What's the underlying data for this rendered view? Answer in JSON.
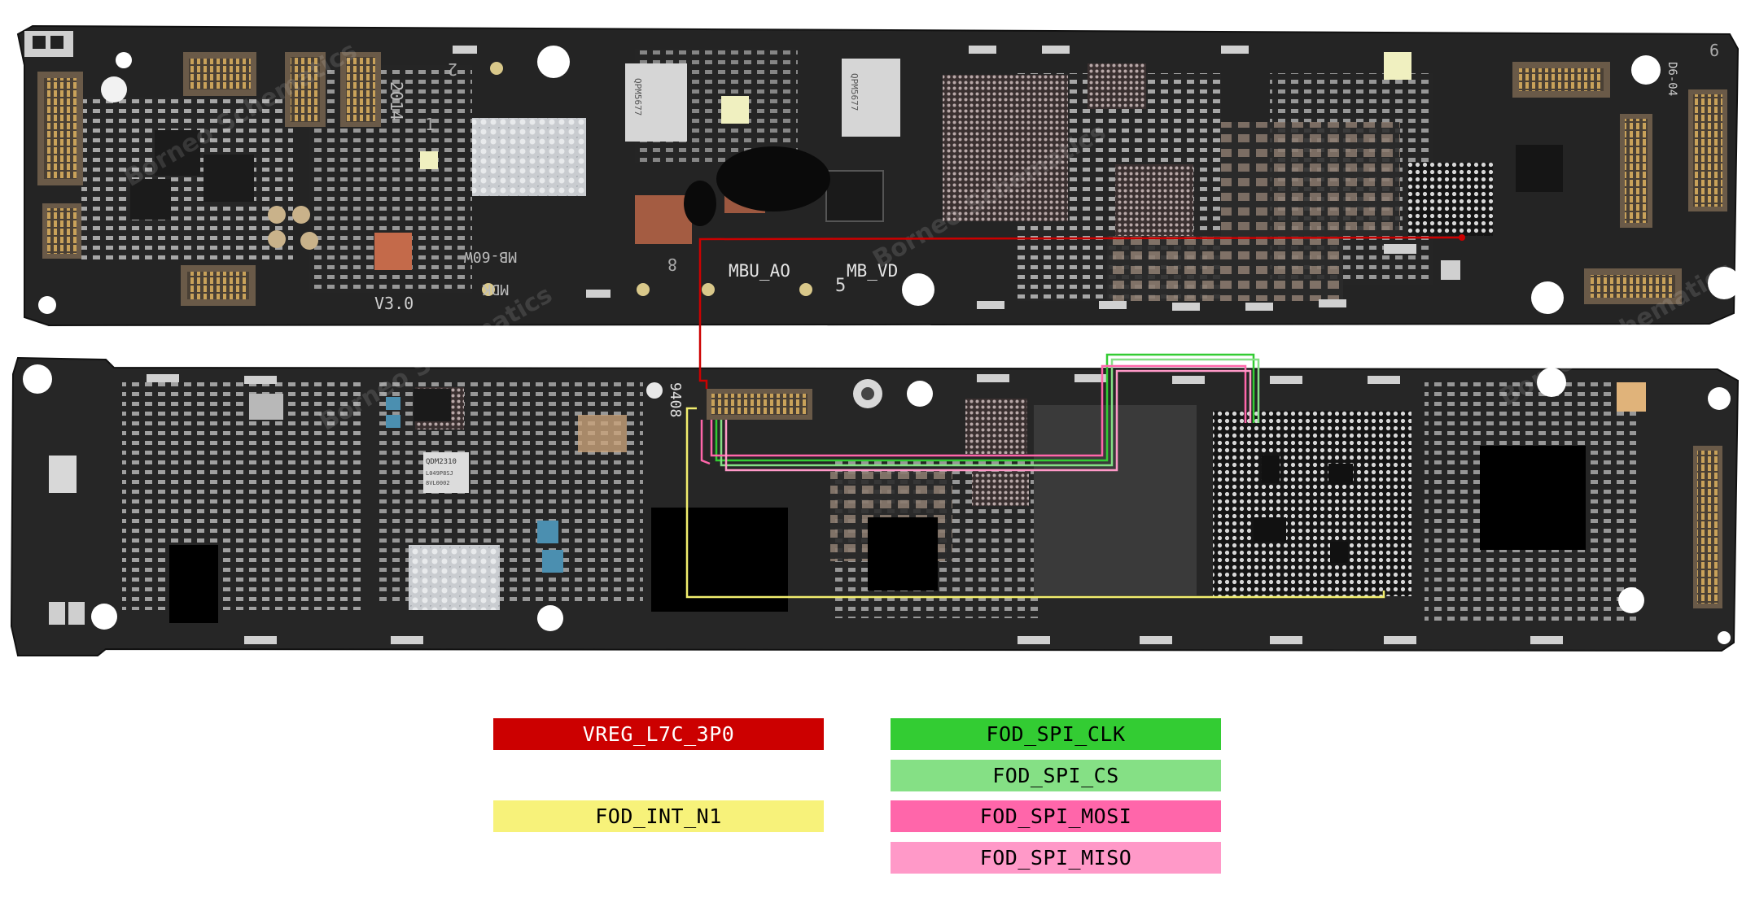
{
  "top_board": {
    "labels": {
      "year": "2014",
      "version": "V3.0",
      "mbu_ao": "MBU_AO",
      "mb_vd": "MB_VD",
      "mb_60w": "MB-60W",
      "mdk": "MDK",
      "digit_5": "5",
      "digit_2": "2",
      "digit_1": "1",
      "digit_8": "8",
      "digit_9": "9",
      "code_d6": "D6-04",
      "chip1_text": "QPM5677",
      "chip2_text": "QPM5677"
    }
  },
  "bottom_board": {
    "labels": {
      "connector_ref": "9408",
      "qdm_chip": "QDM2310",
      "qdm_line2": "L049P8SJ",
      "qdm_line3": "8VL0002"
    }
  },
  "watermark": "Borneo Schematics",
  "legend": [
    {
      "label": "VREG_L7C_3P0",
      "color": "#cc0000",
      "text_color": "#ffffff"
    },
    {
      "label": "FOD_INT_N1",
      "color": "#f7f27a",
      "text_color": "#000000"
    },
    {
      "label": "FOD_SPI_CLK",
      "color": "#33cc33",
      "text_color": "#000000"
    },
    {
      "label": "FOD_SPI_CS",
      "color": "#85e085",
      "text_color": "#000000"
    },
    {
      "label": "FOD_SPI_MOSI",
      "color": "#ff66aa",
      "text_color": "#000000"
    },
    {
      "label": "FOD_SPI_MISO",
      "color": "#ff99c8",
      "text_color": "#000000"
    }
  ]
}
